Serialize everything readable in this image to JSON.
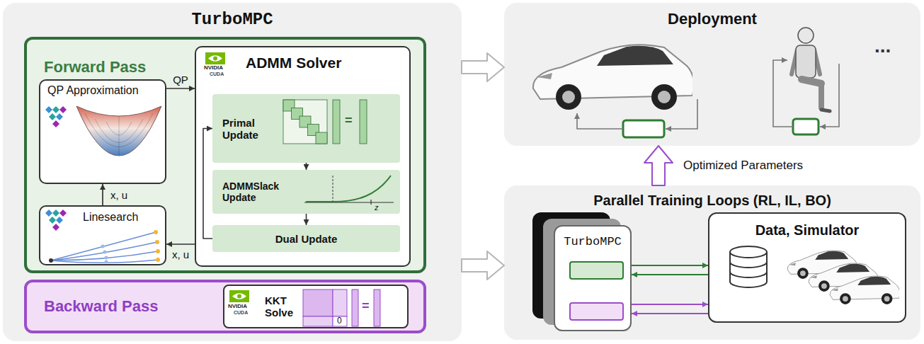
{
  "diagram": {
    "nodes": [
      {
        "text": [
          "TurboMPC"
        ]
      },
      {
        "text": [
          "Forward Pass"
        ],
        "in": 0
      },
      {
        "text": [
          "QP Approximation"
        ],
        "in": 1
      },
      {
        "text": [
          "Linesearch"
        ],
        "in": 1
      },
      {
        "text": [
          "ADMM Solver"
        ],
        "in": 1
      },
      {
        "text": [
          "Primal Update"
        ],
        "in": 4
      },
      {
        "text": [
          "ADMMSlack Update"
        ],
        "in": 4
      },
      {
        "text": [
          "Dual Update"
        ],
        "in": 4
      },
      {
        "text": [
          "Backward Pass"
        ],
        "in": 0
      },
      {
        "text": [
          "KKT Solve"
        ],
        "in": 8
      },
      {
        "text": [
          "Deployment"
        ]
      },
      {
        "text": [
          "Parallel Training Loops (RL, IL, BO)"
        ]
      },
      {
        "text": [
          "TurboMPC"
        ],
        "in": 11
      },
      {
        "text": [
          "Data, Simulator"
        ],
        "in": 11
      }
    ],
    "edges": [
      {
        "from": 2,
        "to": 4,
        "label": "QP",
        "arrow": "to"
      },
      {
        "from": 4,
        "to": 3,
        "label": "x, u",
        "arrow": "to"
      },
      {
        "from": 3,
        "to": 2,
        "label": "x, u",
        "arrow": "to"
      },
      {
        "from": 5,
        "to": 6,
        "arrow": "to"
      },
      {
        "from": 6,
        "to": 7,
        "arrow": "to"
      },
      {
        "from": 7,
        "to": 5,
        "arrow": "to"
      },
      {
        "from": 0,
        "to": 10,
        "arrow": "to"
      },
      {
        "from": 0,
        "to": 11,
        "arrow": "to"
      },
      {
        "from": 11,
        "to": 10,
        "label": "Optimized Parameters",
        "arrow": "to"
      },
      {
        "from": 12,
        "to": 13,
        "arrow": "to"
      },
      {
        "from": 13,
        "to": 12,
        "arrow": "to"
      },
      {
        "from": 12,
        "to": 13,
        "arrow": "to"
      },
      {
        "from": 13,
        "to": 12,
        "arrow": "to"
      }
    ],
    "labels": [
      "NVIDIA",
      "CUDA",
      "NVIDIA",
      "CUDA",
      "=",
      "z",
      "0",
      "=",
      "..."
    ]
  }
}
